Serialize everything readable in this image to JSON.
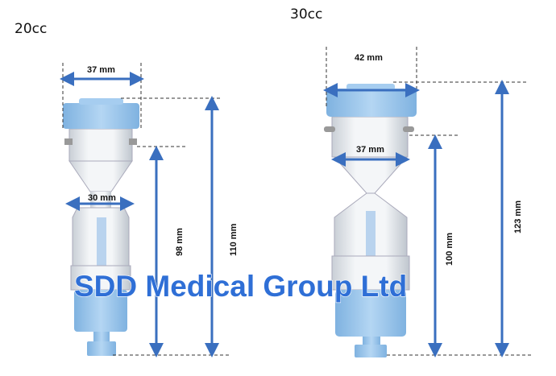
{
  "products": [
    {
      "title": "20cc",
      "cap_width": "37 mm",
      "neck_width": "30 mm",
      "body_height": "98 mm",
      "total_height": "110 mm"
    },
    {
      "title": "30cc",
      "cap_width": "42 mm",
      "neck_width": "37 mm",
      "body_height": "100 mm",
      "total_height": "123 mm"
    }
  ],
  "watermark": "SDD Medical Group Ltd",
  "colors": {
    "arrow": "#3a6fbf",
    "cap": "#9cc8ee",
    "watermark": "#2f6fd6"
  }
}
